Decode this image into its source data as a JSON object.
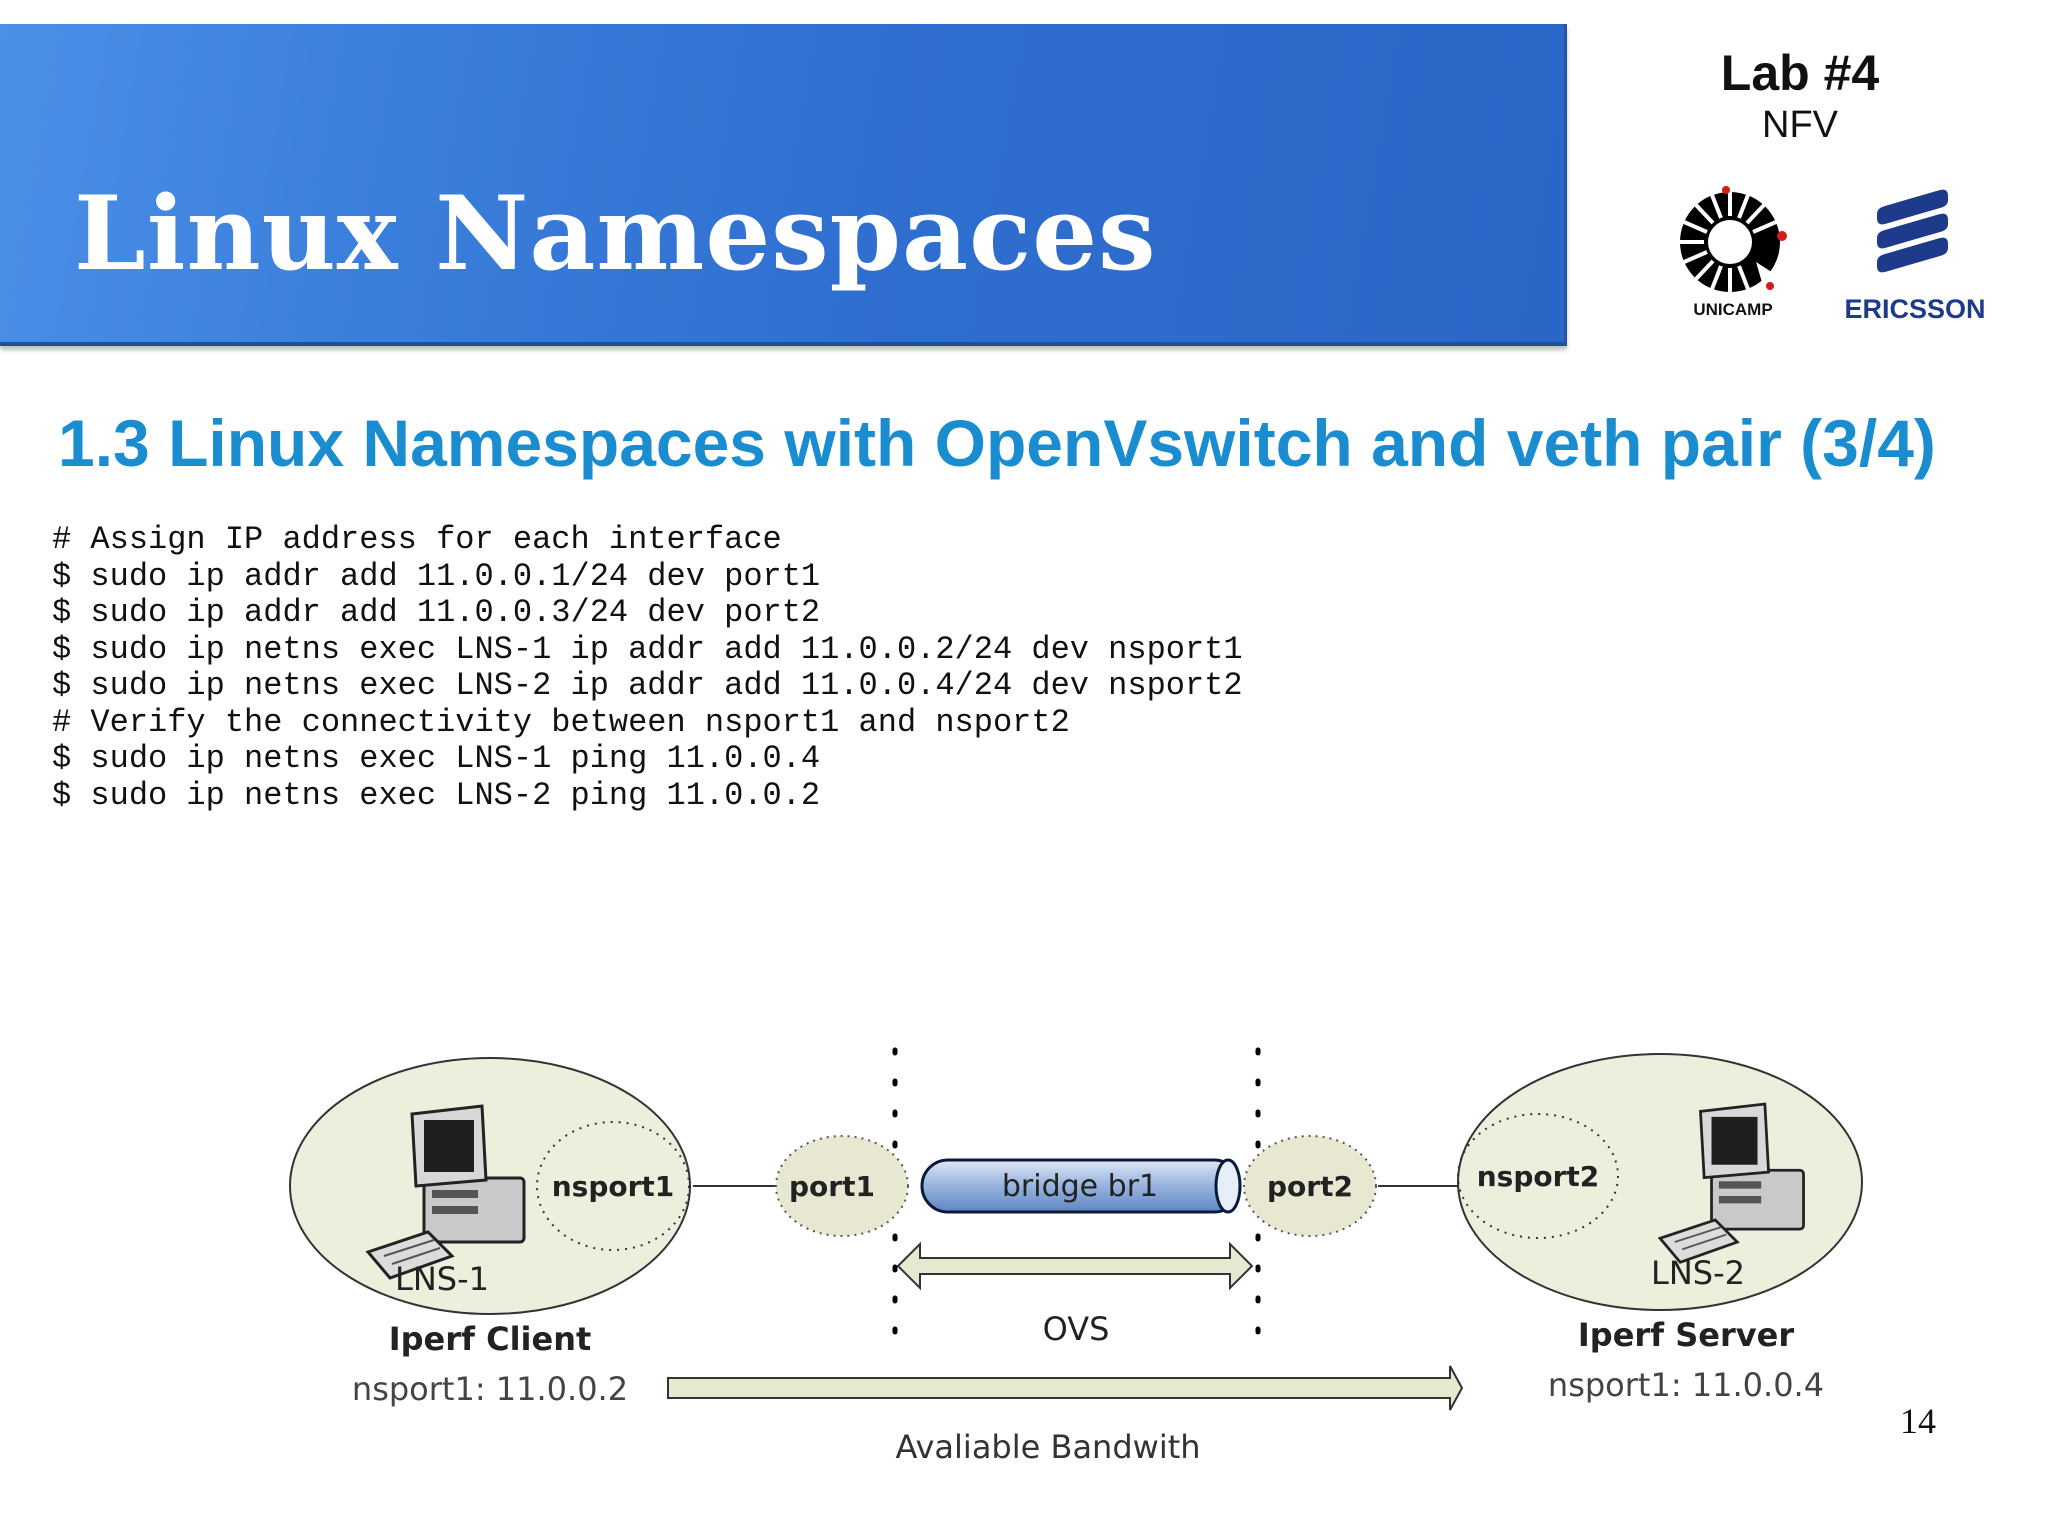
{
  "header": {
    "banner_title": "Linux Namespaces",
    "lab_title": "Lab #4",
    "lab_subtitle": "NFV",
    "logo_unicamp_text": "UNICAMP",
    "logo_ericsson_text": "ERICSSON"
  },
  "slide": {
    "title": "1.3 Linux Namespaces with OpenVswitch and veth pair (3/4)",
    "page_number": "14"
  },
  "code_lines": [
    "# Assign IP address for each interface",
    "$ sudo ip addr add 11.0.0.1/24 dev port1",
    "$ sudo ip addr add 11.0.0.3/24 dev port2",
    "",
    "$ sudo ip netns exec LNS-1 ip addr add 11.0.0.2/24 dev nsport1",
    "$ sudo ip netns exec LNS-2 ip addr add 11.0.0.4/24 dev nsport2",
    "",
    "# Verify the connectivity between nsport1 and nsport2",
    "$ sudo ip netns exec LNS-1 ping 11.0.0.4",
    "$ sudo ip netns exec LNS-2 ping 11.0.0.2"
  ],
  "diagram": {
    "left_namespace": "LNS-1",
    "left_port": "nsport1",
    "left_role": "Iperf Client",
    "left_addr": "nsport1: 11.0.0.2",
    "switch_port_left": "port1",
    "bridge": "bridge br1",
    "switch_port_right": "port2",
    "switch_label": "OVS",
    "right_namespace": "LNS-2",
    "right_port": "nsport2",
    "right_role": "Iperf Server",
    "right_addr": "nsport1: 11.0.0.4",
    "bandwidth_label": "Avaliable Bandwith"
  },
  "colors": {
    "banner": "#3b7fdc",
    "title_blue": "#1a8cd0",
    "ellipse_fill": "#eeeedd",
    "bridge_fill": "#9db8e0",
    "arrow_fill": "#e4ead0"
  }
}
